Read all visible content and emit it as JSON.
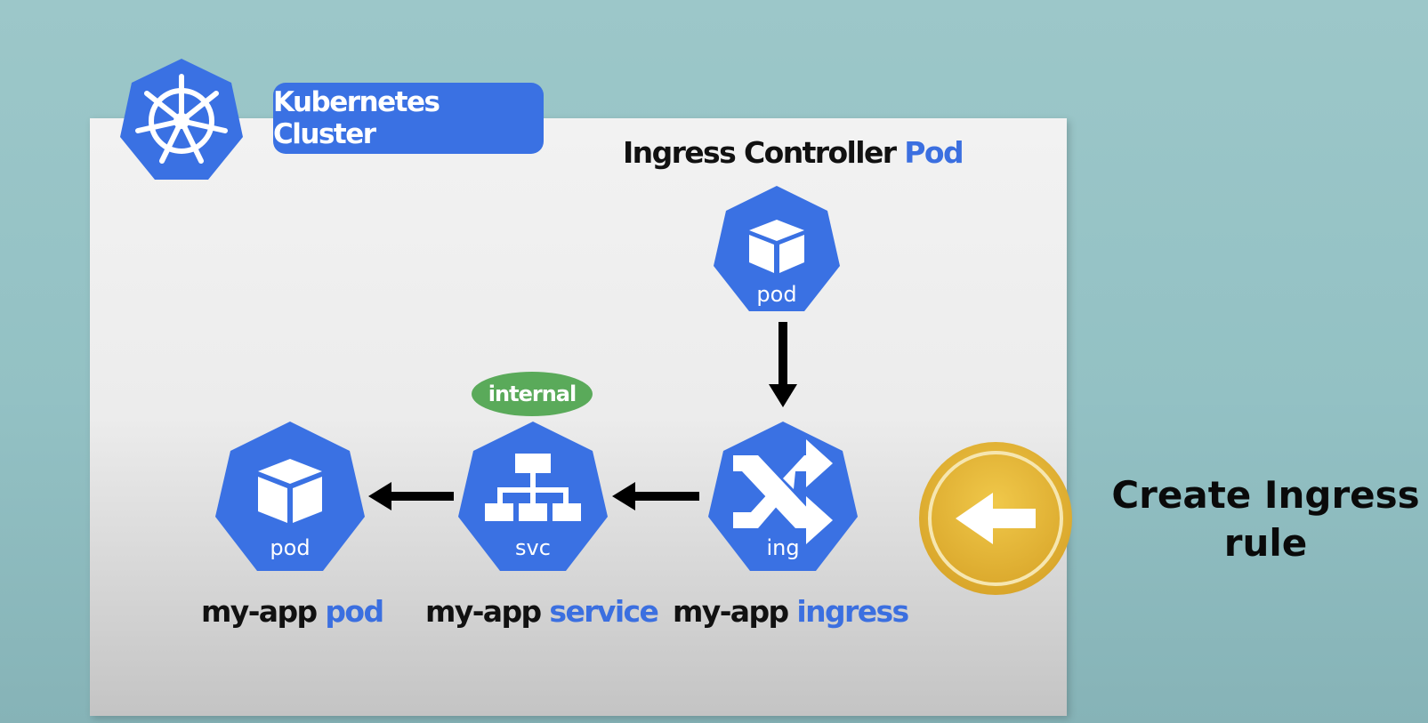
{
  "cluster": {
    "badge_label": "Kubernetes Cluster"
  },
  "controller": {
    "title_prefix": "Ingress Controller",
    "title_highlight": "Pod",
    "icon_label": "pod"
  },
  "nodes": {
    "pod": {
      "icon_label": "pod",
      "caption_prefix": "my-app",
      "caption_highlight": "pod"
    },
    "service": {
      "icon_label": "svc",
      "caption_prefix": "my-app",
      "caption_highlight": "service",
      "tag": "internal"
    },
    "ingress": {
      "icon_label": "ing",
      "caption_prefix": "my-app",
      "caption_highlight": "ingress"
    }
  },
  "side_note": {
    "line1": "Create Ingress",
    "line2": "rule"
  },
  "colors": {
    "k8s_blue": "#3a71e3",
    "highlight_blue": "#3b6fe0",
    "internal_green": "#5aaa5a",
    "button_gold": "#e7b832"
  },
  "icons": [
    "kubernetes-wheel-icon",
    "pod-cube-icon",
    "service-tree-icon",
    "ingress-shuffle-icon",
    "arrow-left-icon"
  ]
}
